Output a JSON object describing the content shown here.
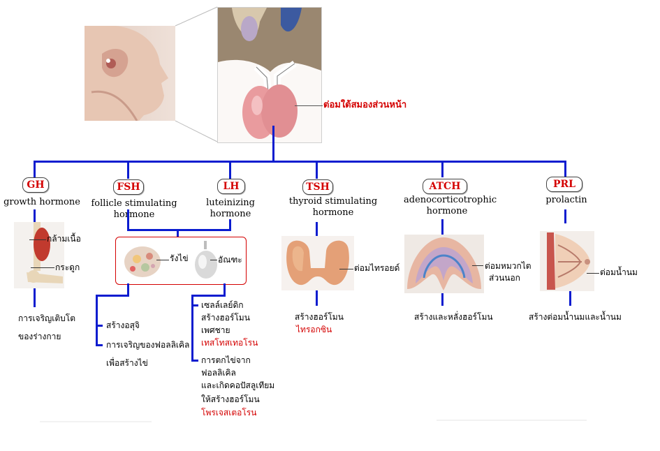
{
  "title": "ต่อมใต้สมองส่วนหน้า",
  "colors": {
    "line": "#0a1ccf",
    "accent": "#d40000"
  },
  "hormones": [
    {
      "abbr": "GH",
      "name": "growth hormone",
      "labels": [
        "กล้ามเนื้อ",
        "กระดูก"
      ],
      "effect": [
        "การเจริญเติบโต",
        "ของร่างกาย"
      ]
    },
    {
      "abbr": "FSH",
      "name": "follicle stimulating hormone"
    },
    {
      "abbr": "LH",
      "name": "luteinizing hormone"
    },
    {
      "abbr": "TSH",
      "name": "thyroid stimulating hormone",
      "labels": [
        "ต่อมไทรอยด์"
      ],
      "effect": [
        "สร้างฮอร์โมน"
      ],
      "effect_red": "ไทรอกซิน"
    },
    {
      "abbr": "ATCH",
      "name": "adenocorticotrophic hormone",
      "labels": [
        "ต่อมหมวกไต",
        "ส่วนนอก"
      ],
      "effect": [
        "สร้างและหลั่งฮอร์โมน"
      ]
    },
    {
      "abbr": "PRL",
      "name": "prolactin",
      "labels": [
        "ต่อมน้ำนม"
      ],
      "effect": [
        "สร้างต่อมน้ำนมและน้ำนม"
      ]
    }
  ],
  "gonads": {
    "ovary": "รังไข่",
    "testis": "อัณฑะ"
  },
  "fsh_effects": [
    "สร้างอสุจิ",
    "การเจริญของฟอลลิเคิล",
    "เพื่อสร้างไข่"
  ],
  "lh_effects_1": [
    "เซลล์เลย์ดิก",
    "สร้างฮอร์โมน",
    "เพศชาย"
  ],
  "lh_effects_1_red": "เทสโทสเทอโรน",
  "lh_effects_2": [
    "การตกไข่จาก",
    "ฟอลลิเคิล",
    "และเกิดคอปัสลูเทียม",
    "ให้สร้างฮอร์โมน"
  ],
  "lh_effects_2_red": "โพรเจสเตอโรน"
}
